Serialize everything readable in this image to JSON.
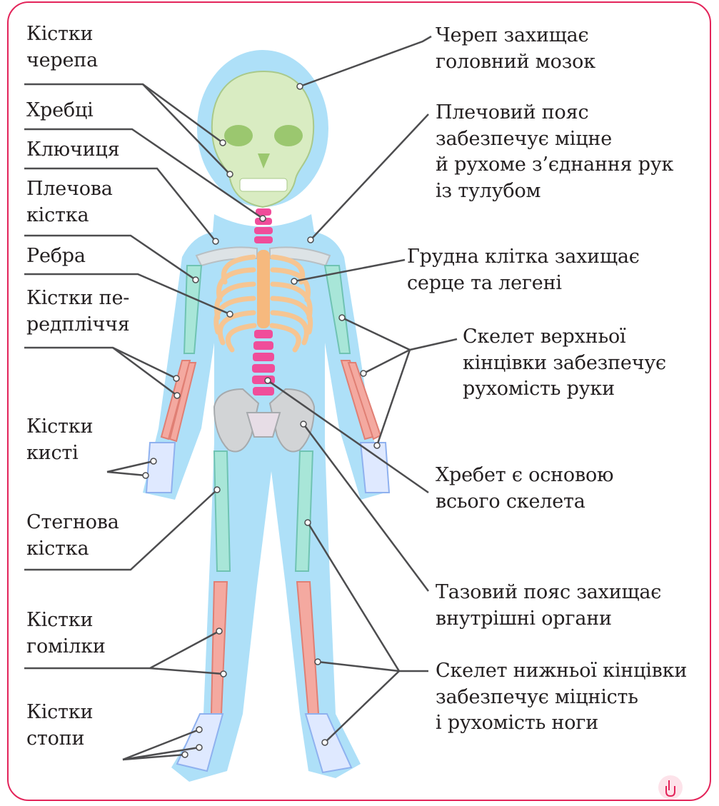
{
  "left_labels": [
    {
      "id": "skull-bones",
      "lines": [
        "Кістки",
        "черепа"
      ]
    },
    {
      "id": "vertebrae",
      "lines": [
        "Хребці"
      ]
    },
    {
      "id": "clavicle",
      "lines": [
        "Ключиця"
      ]
    },
    {
      "id": "humerus",
      "lines": [
        "Плечова",
        "кістка"
      ]
    },
    {
      "id": "ribs",
      "lines": [
        "Ребра"
      ]
    },
    {
      "id": "forearm-bones",
      "lines": [
        "Кістки пе-",
        "редпліччя"
      ]
    },
    {
      "id": "hand-bones",
      "lines": [
        "Кістки",
        "кисті"
      ]
    },
    {
      "id": "femur",
      "lines": [
        "Стегнова",
        "кістка"
      ]
    },
    {
      "id": "shin-bones",
      "lines": [
        "Кістки",
        "гомілки"
      ]
    },
    {
      "id": "foot-bones",
      "lines": [
        "Кістки",
        "стопи"
      ]
    }
  ],
  "right_labels": [
    {
      "id": "skull-function",
      "lines": [
        "Череп захищає",
        "головний мозок"
      ]
    },
    {
      "id": "shoulder-girdle-function",
      "lines": [
        "Плечовий пояс",
        "забезпечує міцне",
        "й рухоме з’єднання рук",
        "із тулубом"
      ]
    },
    {
      "id": "chest-function",
      "lines": [
        "Грудна клітка захищає",
        "серце та легені"
      ]
    },
    {
      "id": "upper-limb-function",
      "lines": [
        "Скелет верхньої",
        "кінцівки забезпечує",
        "рухомість руки"
      ]
    },
    {
      "id": "spine-function",
      "lines": [
        "Хребет є основою",
        "всього скелета"
      ]
    },
    {
      "id": "pelvis-function",
      "lines": [
        "Тазовий пояс захищає",
        "внутрішні органи"
      ]
    },
    {
      "id": "lower-limb-function",
      "lines": [
        "Скелет нижньої кінцівки",
        "забезпечує міцність",
        "і рухомість ноги"
      ]
    }
  ],
  "colors": {
    "frame": "#e3245a",
    "silhouette": "#aee0f8",
    "skull": "#d9ecc2",
    "spine": "#f04d9a",
    "ribs": "#f6c592",
    "arm_leg_upper": "#a8e6d8",
    "forearm_shin": "#f4a9a0",
    "pelvis": "#d2d4d6",
    "hands_feet": "#dfe9ff",
    "leader_line": "#4d4d4f"
  }
}
